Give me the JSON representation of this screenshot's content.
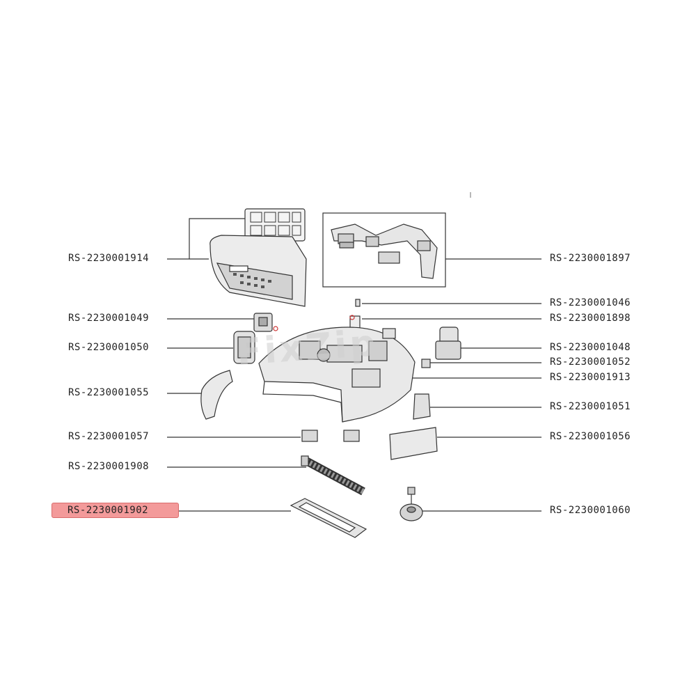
{
  "parts": [
    {
      "id": "RS-2230001914",
      "side": "left"
    },
    {
      "id": "RS-2230001049",
      "side": "left"
    },
    {
      "id": "RS-2230001050",
      "side": "left"
    },
    {
      "id": "RS-2230001055",
      "side": "left"
    },
    {
      "id": "RS-2230001057",
      "side": "left"
    },
    {
      "id": "RS-2230001908",
      "side": "left"
    },
    {
      "id": "RS-2230001902",
      "side": "left",
      "highlighted": true
    },
    {
      "id": "RS-2230001897",
      "side": "right"
    },
    {
      "id": "RS-2230001046",
      "side": "right"
    },
    {
      "id": "RS-2230001898",
      "side": "right"
    },
    {
      "id": "RS-2230001048",
      "side": "right"
    },
    {
      "id": "RS-2230001052",
      "side": "right"
    },
    {
      "id": "RS-2230001913",
      "side": "right"
    },
    {
      "id": "RS-2230001051",
      "side": "right"
    },
    {
      "id": "RS-2230001056",
      "side": "right"
    },
    {
      "id": "RS-2230001060",
      "side": "right"
    }
  ],
  "watermark": "FixZip",
  "colors": {
    "highlight": "#f39a9a",
    "line": "#333333",
    "part_fill": "#e9e9e9"
  }
}
